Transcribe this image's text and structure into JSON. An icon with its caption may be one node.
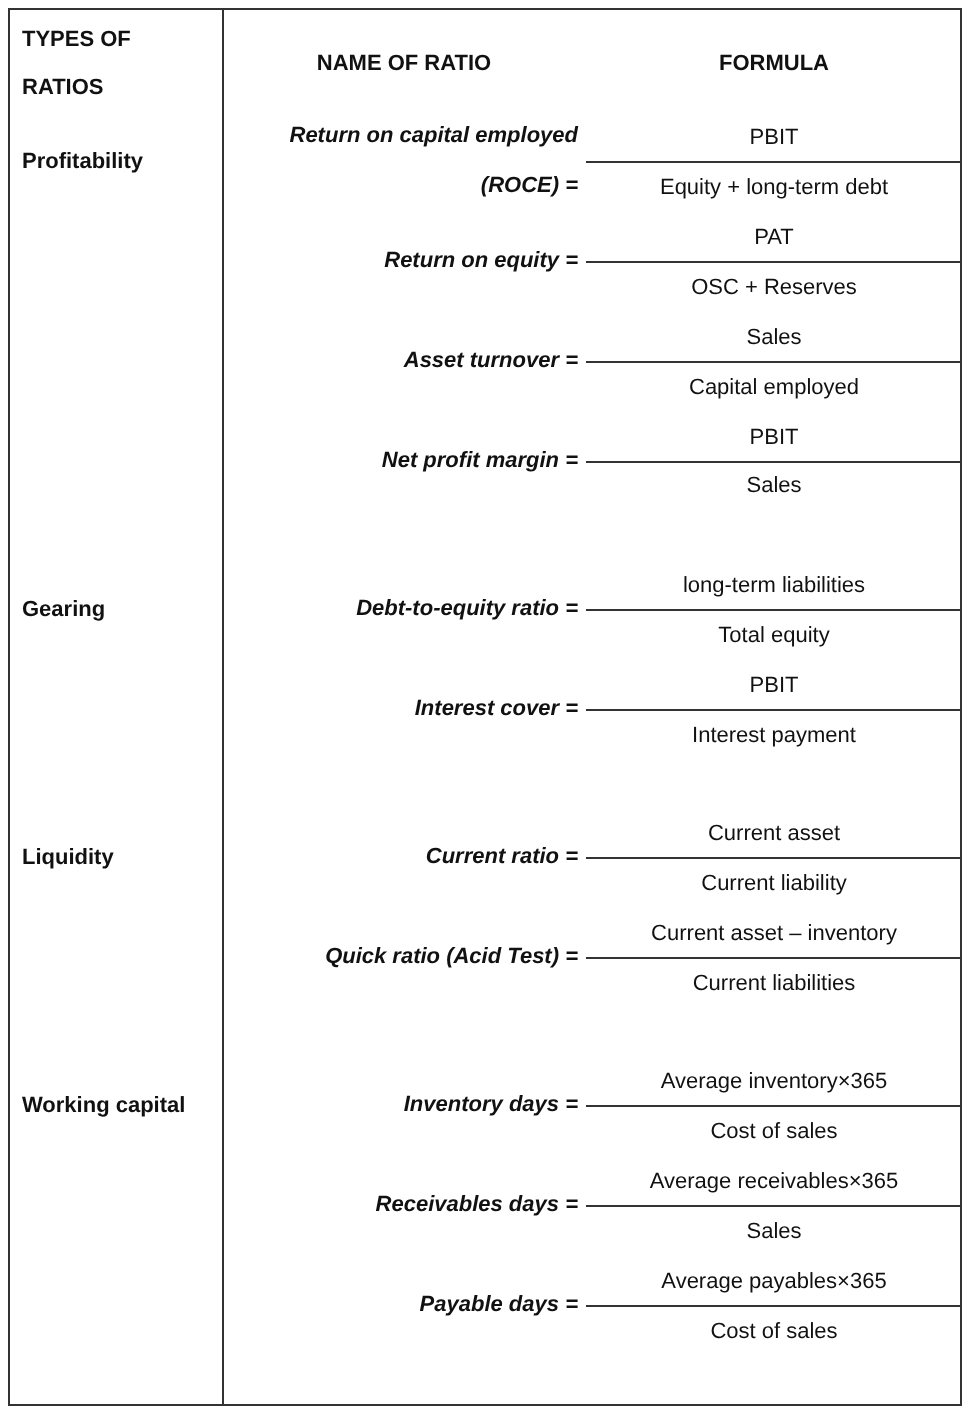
{
  "diagram": {
    "labels": [
      "TYPES OF RATIOS",
      "NAME OF RATIO",
      "FORMULA",
      "Profitability",
      "Return on capital employed (ROCE) =",
      "PBIT",
      "Equity + long-term debt",
      "Return on equity =",
      "PAT",
      "OSC + Reserves",
      "Asset turnover =",
      "Sales",
      "Capital employed",
      "Net profit margin =",
      "PBIT",
      "Sales",
      "Gearing",
      "Debt-to-equity ratio =",
      "long-term liabilities",
      "Total equity",
      "Interest cover =",
      "PBIT",
      "Interest payment",
      "Liquidity",
      "Current ratio =",
      "Current asset",
      "Current liability",
      "Quick ratio (Acid Test) =",
      "Current asset – inventory",
      "Current liabilities",
      "Working capital",
      "Inventory days =",
      "Average inventory×365",
      "Cost of sales",
      "Receivables days =",
      "Average receivables×365",
      "Sales",
      "Payable days =",
      "Average payables×365",
      "Cost of sales"
    ]
  }
}
